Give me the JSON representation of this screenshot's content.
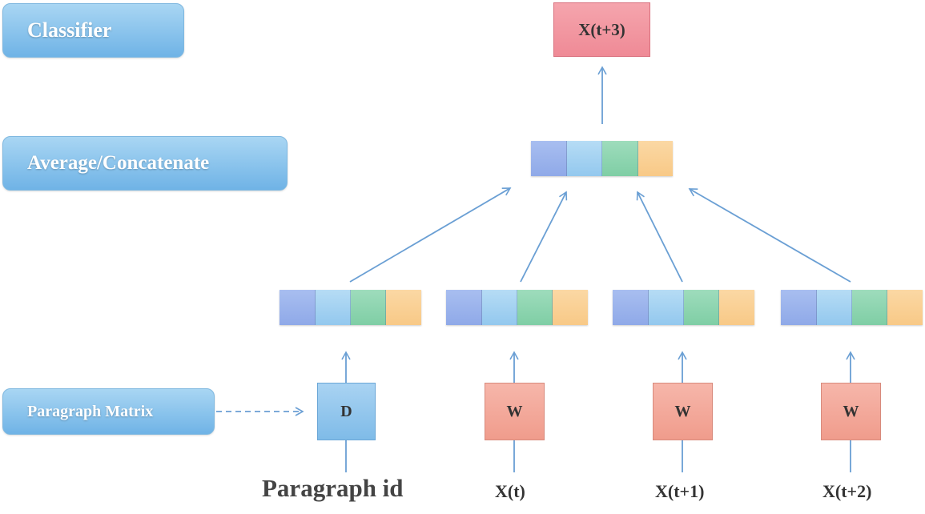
{
  "labels": {
    "classifier": "Classifier",
    "average": "Average/Concatenate",
    "paragraph_matrix": "Paragraph Matrix"
  },
  "output_node": "X(t+3)",
  "input_nodes": {
    "d": "D",
    "w1": "W",
    "w2": "W",
    "w3": "W"
  },
  "input_labels": {
    "paragraph_id": "Paragraph id",
    "xt": "X(t)",
    "xt1": "X(t+1)",
    "xt2": "X(t+2)"
  },
  "colors": {
    "arrow": "#6a9fd4",
    "vector_cells": [
      "#8fa9e8",
      "#93c8ee",
      "#7fcea5",
      "#f8c987"
    ]
  }
}
